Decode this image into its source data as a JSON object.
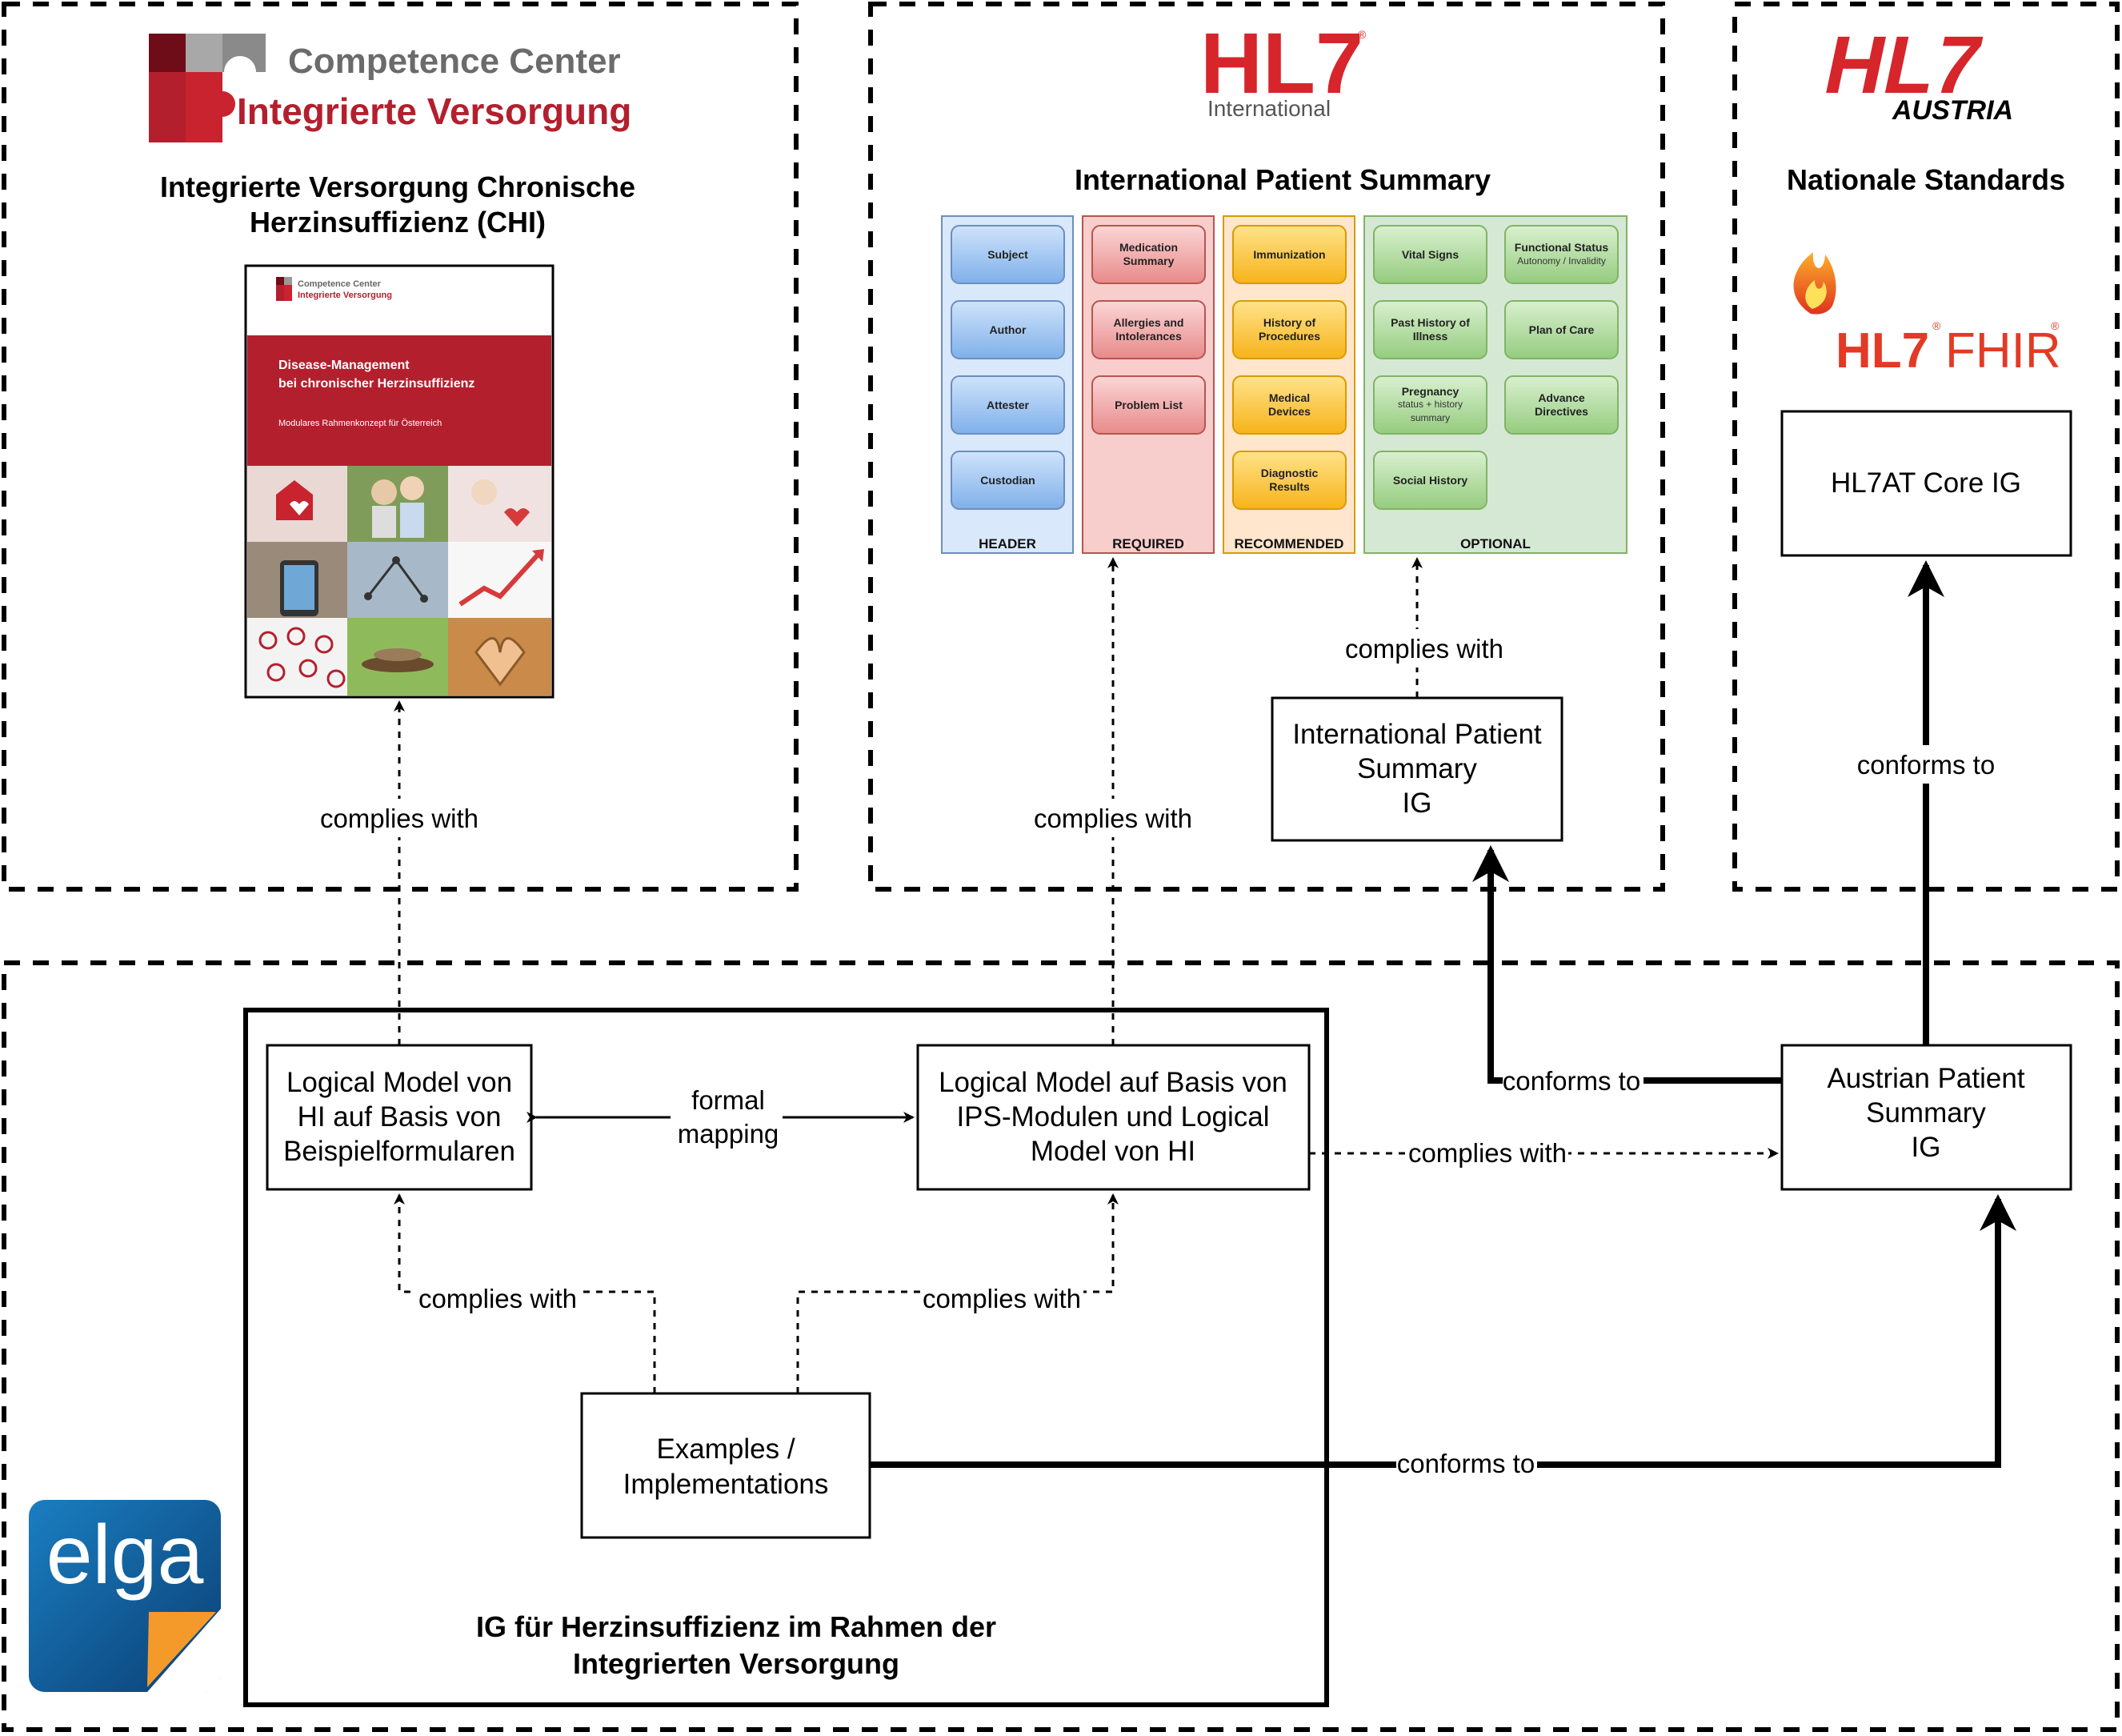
{
  "regions": {
    "chi": {
      "logo": {
        "line1": "Competence Center",
        "line2": "Integrierte Versorgung"
      },
      "title": [
        "Integrierte Versorgung Chronische",
        "Herzinsuffizienz (CHI)"
      ],
      "cover": {
        "logo_line1": "Competence Center",
        "logo_line2": "Integrierte Versorgung",
        "heading_line1": "Disease-Management",
        "heading_line2": "bei chronischer Herzinsuffizienz",
        "subheading": "Modulares Rahmenkonzept für Österreich"
      }
    },
    "hl7": {
      "logo_main": "HL7",
      "logo_reg": "®",
      "logo_sub": "International",
      "title": "International Patient Summary",
      "ips_columns": [
        {
          "label": "HEADER",
          "color": "blue",
          "cards": [
            [
              "Subject"
            ],
            [
              "Author"
            ],
            [
              "Attester"
            ],
            [
              "Custodian"
            ]
          ]
        },
        {
          "label": "REQUIRED",
          "color": "red",
          "cards": [
            [
              "Medication",
              "Summary"
            ],
            [
              "Allergies and",
              "Intolerances"
            ],
            [
              "Problem List"
            ]
          ]
        },
        {
          "label": "RECOMMENDED",
          "color": "orange",
          "cards": [
            [
              "Immunization"
            ],
            [
              "History of",
              "Procedures"
            ],
            [
              "Medical",
              "Devices"
            ],
            [
              "Diagnostic",
              "Results"
            ]
          ]
        },
        {
          "label": "OPTIONAL",
          "color": "green",
          "cards": [
            [
              "Vital Signs"
            ],
            [
              "Functional Status"
            ],
            [
              "Past History of",
              "Illness"
            ],
            [
              "Plan of Care"
            ],
            [
              "Pregnancy"
            ],
            [
              "Advance",
              "Directives"
            ],
            [
              "Social History"
            ]
          ]
        }
      ],
      "ips_card_subs": {
        "functional": "Autonomy / Invalidity",
        "pregnancy_1": "status + history",
        "pregnancy_2": "summary"
      }
    },
    "national": {
      "logo_main": "HL7",
      "logo_sub": "AUSTRIA",
      "title": "Nationale Standards",
      "fhir_logo": {
        "hl7": "HL7",
        "reg": "®",
        "fhir": "FHIR",
        "reg2": "®"
      }
    },
    "ig": {
      "title": [
        "IG für Herzinsuffizienz im Rahmen der",
        "Integrierten Versorgung"
      ],
      "elga_logo": "elga"
    }
  },
  "nodes": {
    "ips_ig": [
      "International Patient",
      "Summary",
      "IG"
    ],
    "hl7at_core": [
      "HL7AT Core IG"
    ],
    "lm_hi": [
      "Logical Model von",
      "HI auf Basis von",
      "Beispielformularen"
    ],
    "lm_ips": [
      "Logical Model auf Basis von",
      "IPS-Modulen und Logical",
      "Model von HI"
    ],
    "austrian_ps": [
      "Austrian Patient",
      "Summary",
      "IG"
    ],
    "examples": [
      "Examples /",
      "Implementations"
    ]
  },
  "edges": {
    "complies_with": "complies with",
    "conforms_to": "conforms to",
    "formal_mapping": [
      "formal",
      "mapping"
    ]
  },
  "colors": {
    "cc_red": "#b41f2d",
    "cc_dark_red": "#6e0d17",
    "cc_gray": "#8a8a8a",
    "hl7_red": "#d6252b",
    "ips_blue": "#cfe2f5",
    "ips_red": "#f5cccc",
    "ips_orange": "#ffe6cc",
    "ips_green": "#d5e8d4",
    "elga_blue": "#0e5f97",
    "elga_orange": "#f49a2b"
  }
}
